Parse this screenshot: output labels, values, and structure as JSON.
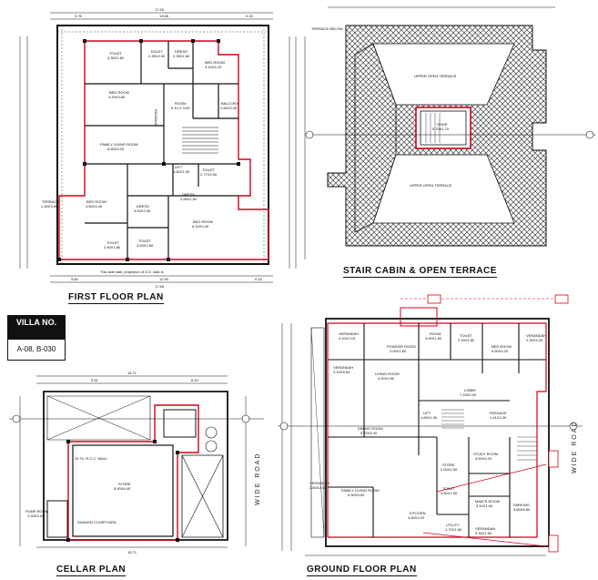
{
  "titles": {
    "first_floor": "FIRST FLOOR PLAN",
    "terrace": "STAIR CABIN & OPEN TERRACE",
    "cellar": "CELLAR PLAN",
    "ground": "GROUND FLOOR PLAN"
  },
  "villa": {
    "heading": "VILLA NO.",
    "number": "A-08, B-030"
  },
  "road_label": "WIDE ROAD",
  "first_floor": {
    "overall_width": "17.65",
    "top_dims": [
      "3.75",
      "13.65",
      "0.15"
    ],
    "bottom_dims": [
      "3.60",
      "12.90",
      "0.15"
    ],
    "rooms": [
      {
        "name": "TOILET",
        "size": "4.30X1.60"
      },
      {
        "name": "TOILET",
        "size": "2.35X2.00"
      },
      {
        "name": "DRESS",
        "size": "2.35X1.60"
      },
      {
        "name": "BED ROOM",
        "size": "4.20X4.80"
      },
      {
        "name": "BED ROOM",
        "size": "4.10X4.15"
      },
      {
        "name": "ROOM",
        "size": "5.10 X 3.90"
      },
      {
        "name": "BALCONY",
        "size": "2.60X2.40"
      },
      {
        "name": "FAMILY LIVING ROOM",
        "size": "6.60X4.20"
      },
      {
        "name": "LIFT",
        "size": "1.60X1.90"
      },
      {
        "name": "TOILET",
        "size": "2.77X2.00"
      },
      {
        "name": "BED ROOM",
        "size": "4.50X4.40"
      },
      {
        "name": "DRESS",
        "size": "3.00X2.40"
      },
      {
        "name": "BED ROOM",
        "size": "6.10X4.40"
      },
      {
        "name": "TERRACE",
        "size": "1.30X3.60"
      },
      {
        "name": "TOILET",
        "size": "2.90X1.80"
      },
      {
        "name": "TOILET",
        "size": "3.00X2.60"
      },
      {
        "name": "DRESS",
        "size": "2.55X1.60"
      },
      {
        "name": "PASSAGE",
        "size": ""
      }
    ],
    "note": "This side wall, projection of G.E. slab is"
  },
  "terrace": {
    "labels": [
      "UPPER OPEN TERRACE",
      "UPPER OPEN TERRACE",
      "TERRACE BELOW"
    ],
    "stair": "STAIR",
    "stair_size": "5.70X1.70"
  },
  "cellar": {
    "overall": "15.71",
    "dims_top": [
      "9.51",
      "6.20"
    ],
    "rooms": [
      {
        "name": "STORE",
        "size": "8.90X8.40"
      },
      {
        "name": "PUMP ROOM",
        "size": "2.00X2.00"
      },
      {
        "name": "SUNKEN COURTYARD",
        "size": ""
      },
      {
        "name": "RCC WALL",
        "size": ""
      }
    ],
    "note": "25 Th. R.C.C. WALL"
  },
  "ground_floor": {
    "rooms": [
      {
        "name": "VERANDAH",
        "size": "4.10X2.15"
      },
      {
        "name": "ROOM",
        "size": "3.00X1.60"
      },
      {
        "name": "TOILET",
        "size": "2.15X1.60"
      },
      {
        "name": "POWDER ROOM",
        "size": "2.00X1.60"
      },
      {
        "name": "BED ROOM",
        "size": "4.50X4.20"
      },
      {
        "name": "VERANDAH",
        "size": "2.30X4.20"
      },
      {
        "name": "VERANDAH",
        "size": "3.10X5.60"
      },
      {
        "name": "LIVING ROOM",
        "size": "4.90X4.90"
      },
      {
        "name": "LOBBY",
        "size": "7.15X2.00"
      },
      {
        "name": "LIFT",
        "size": "1.60X1.90"
      },
      {
        "name": "DINING ROOM",
        "size": "5.70X5.40"
      },
      {
        "name": "PASSAGE",
        "size": "1.41X1.30"
      },
      {
        "name": "STUDY ROOM",
        "size": "3.50X4.20"
      },
      {
        "name": "STORE",
        "size": "2.00X1.60"
      },
      {
        "name": "FAMILY LIVING ROOM",
        "size": "4.90X5.00"
      },
      {
        "name": "TOILET",
        "size": "1.60X1.60"
      },
      {
        "name": "MAID'S ROOM",
        "size": "3.10X1.60"
      },
      {
        "name": "PARKING",
        "size": "3.80X6.80"
      },
      {
        "name": "VERANDAH",
        "size": "2.60X2.00"
      },
      {
        "name": "KITCHEN",
        "size": "4.50X4.20"
      },
      {
        "name": "UTILITY",
        "size": "1.70X1.60"
      },
      {
        "name": "VERANDAH",
        "size": "3.30X1.60"
      }
    ]
  },
  "colors": {
    "line": "#111111",
    "red": "#d0021b",
    "hatch": "#444444"
  }
}
